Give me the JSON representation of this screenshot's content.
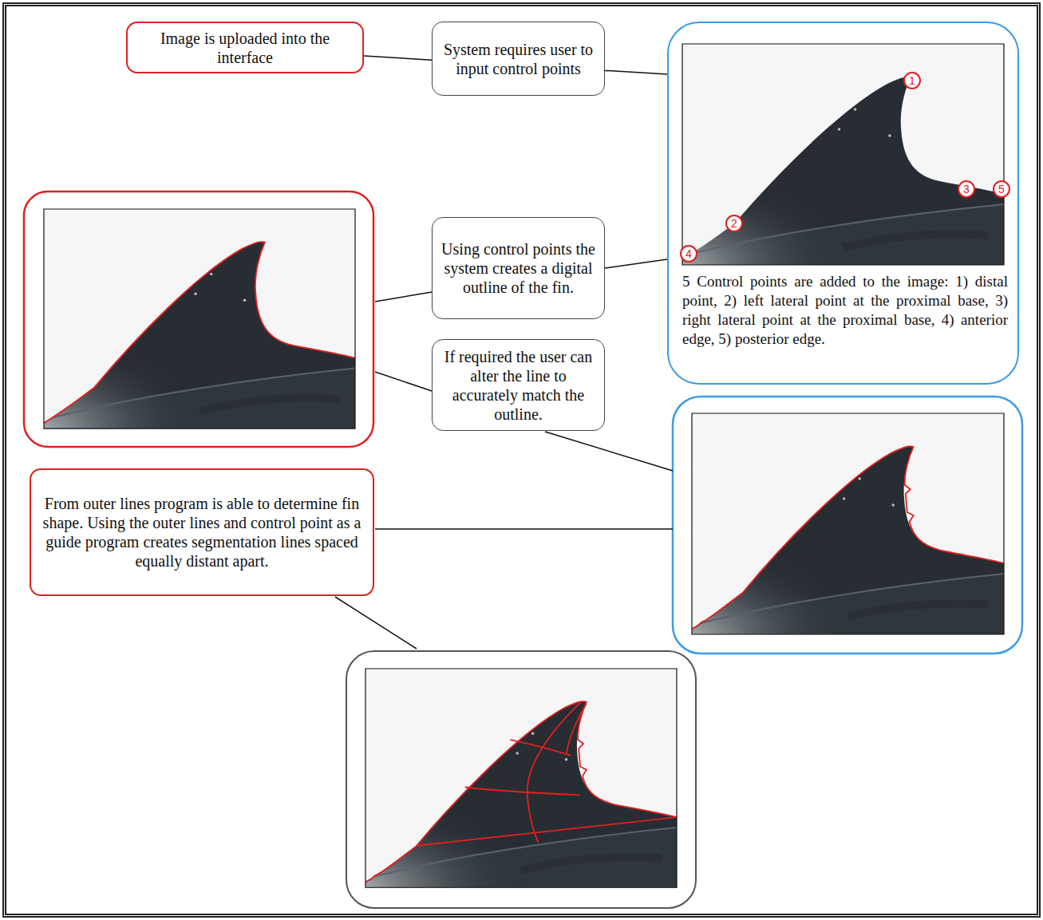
{
  "diagram": {
    "nodes": [
      {
        "text": [
          "Image is uploaded into the interface"
        ]
      },
      {
        "text": [
          "System requires user to input control points"
        ]
      },
      {
        "text": [
          "5 Control points are added to the image: 1) distal point, 2) left lateral point at the proximal base, 3) right lateral point at the proximal base, 4) anterior edge, 5) posterior edge."
        ]
      },
      {
        "text": [
          "Using control points the system creates a digital outline of the fin."
        ]
      },
      {
        "text": [
          "If required the user can alter the line to accurately match the outline."
        ]
      },
      {
        "text": [
          "From outer lines program is able to determine fin shape. Using the outer lines and control point as a guide program creates segmentation lines spaced equally distant apart."
        ]
      }
    ],
    "edges": [
      {
        "from": 0,
        "to": 1,
        "arrow": "none"
      },
      {
        "from": 1,
        "to": 2,
        "arrow": "none"
      },
      {
        "from": 3,
        "to": 2,
        "arrow": "none"
      }
    ],
    "labels": [
      "1",
      "2",
      "3",
      "4",
      "5"
    ]
  }
}
